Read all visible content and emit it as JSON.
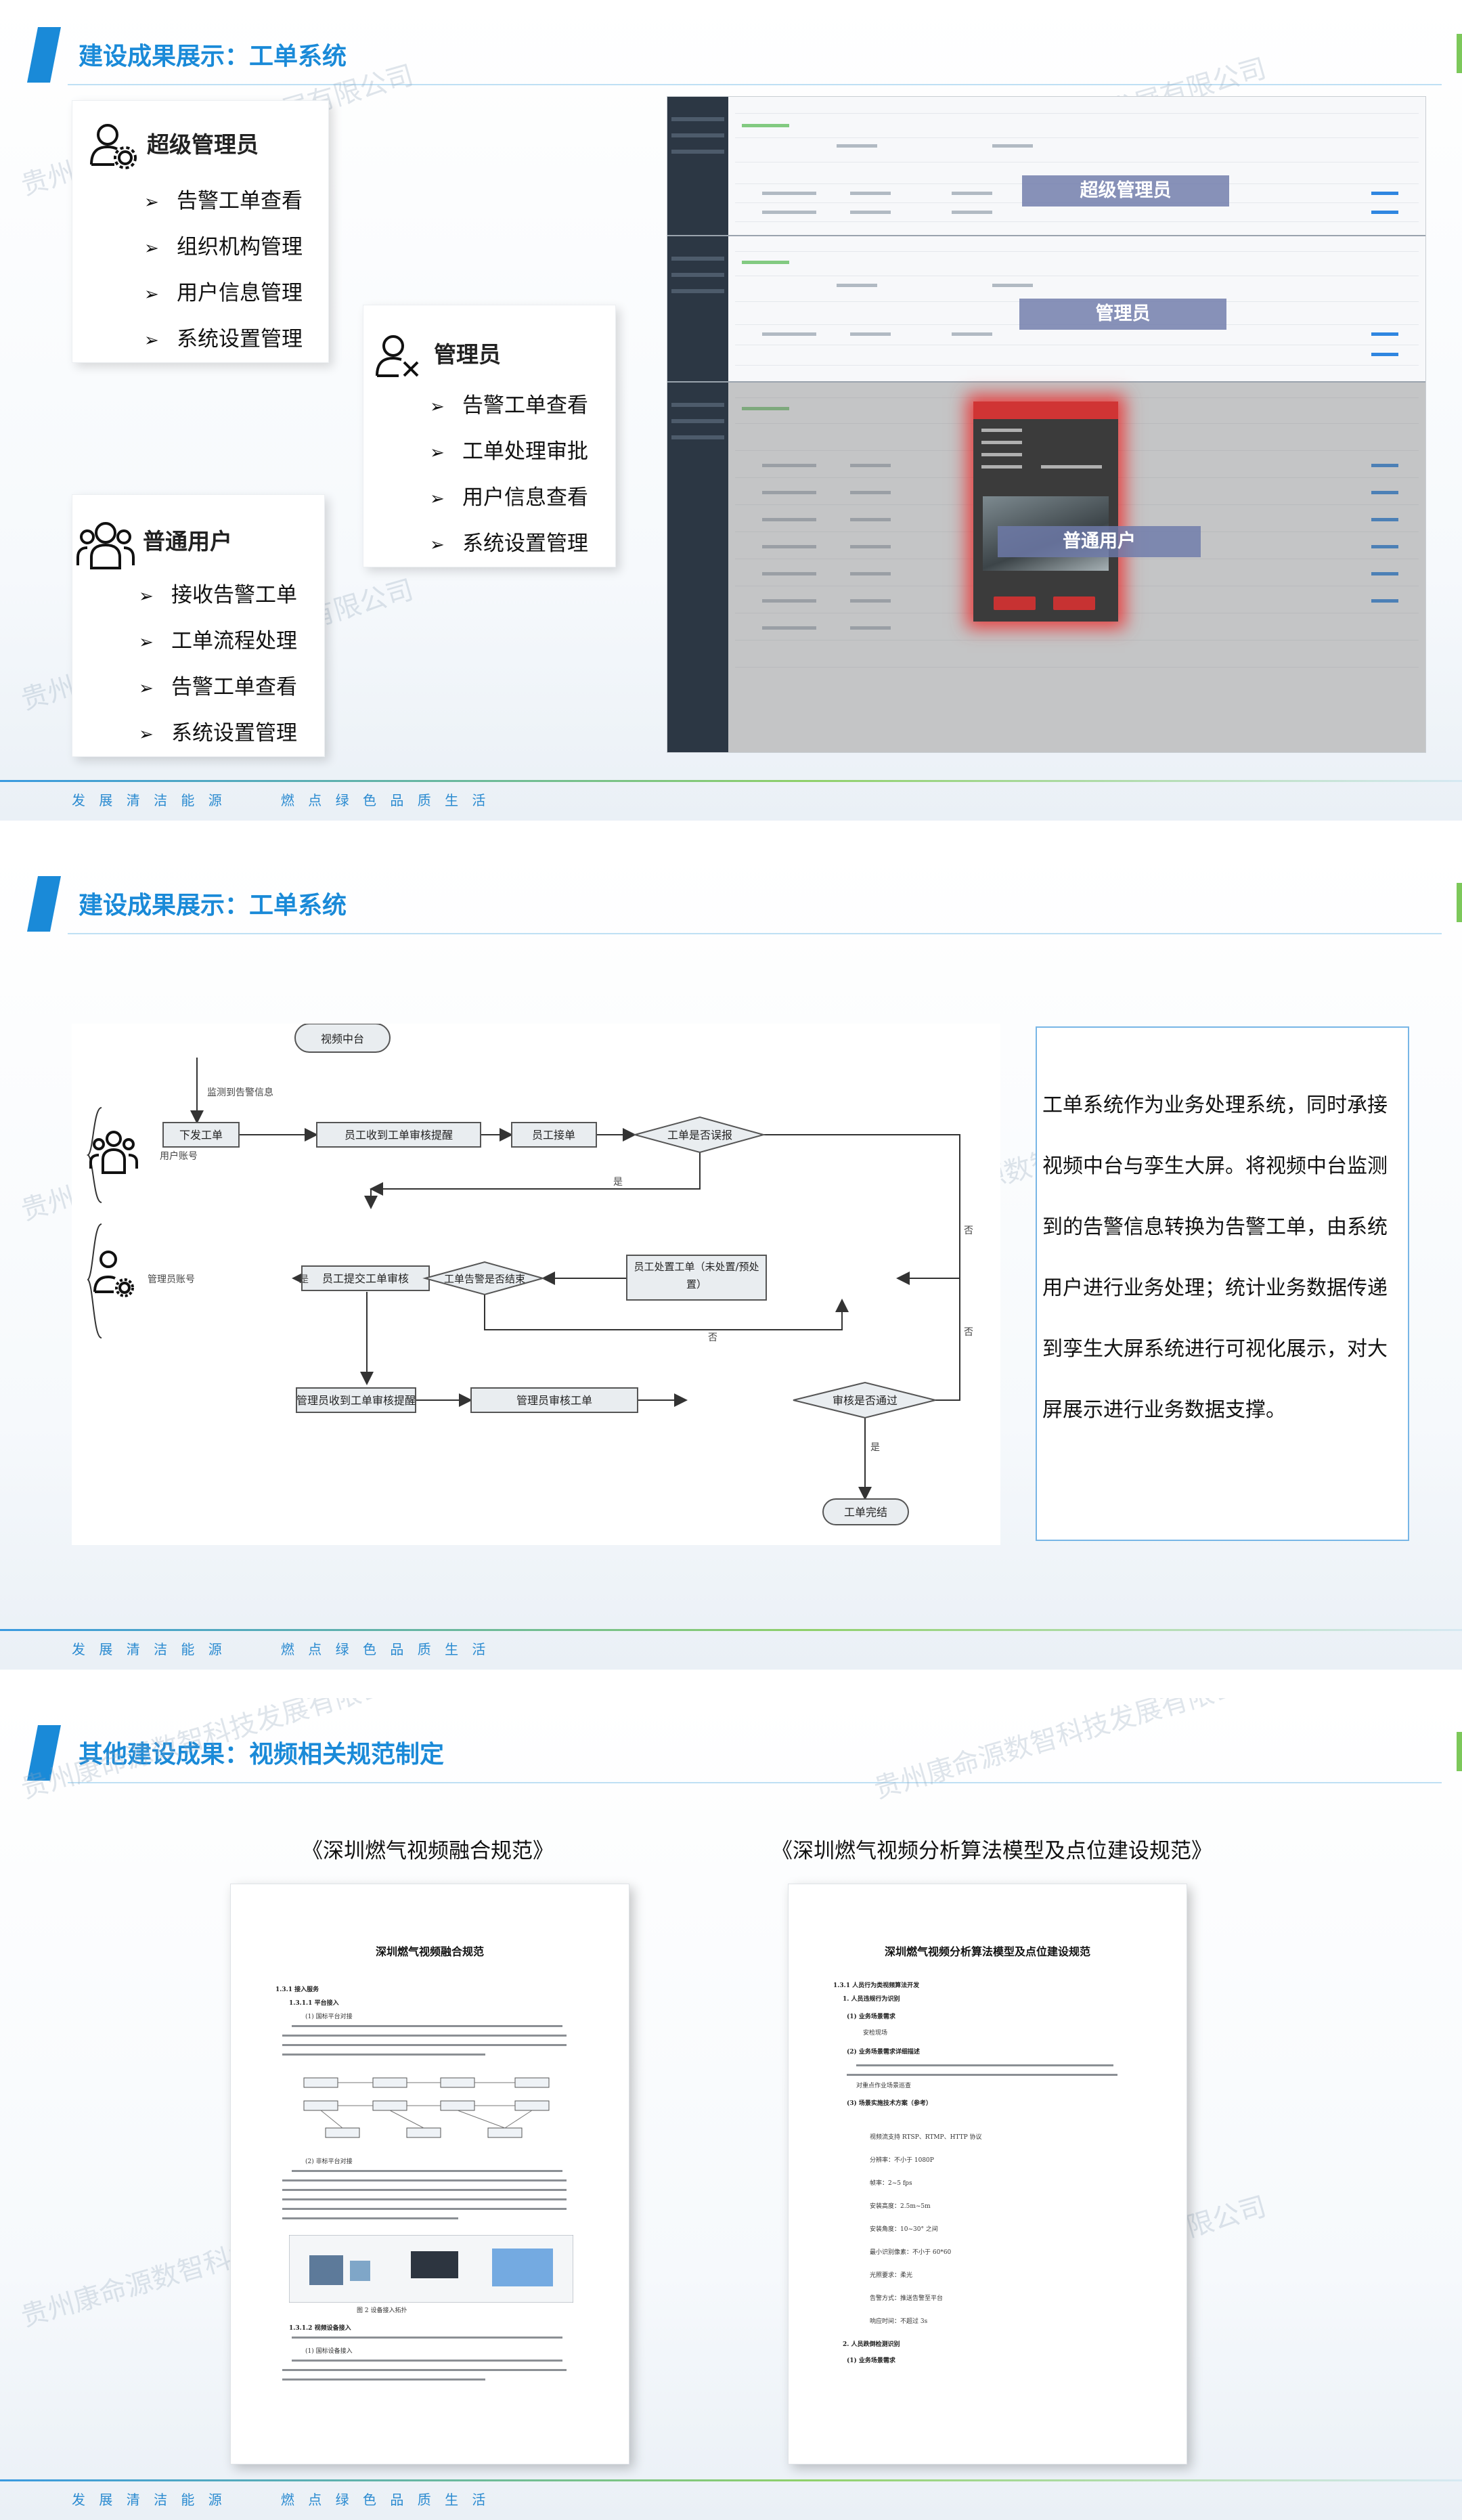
{
  "watermark": "贵州康命源数智科技发展有限公司",
  "footer_text": "发 展 清 洁 能 源      燃 点 绿 色 品 质 生 活",
  "colors": {
    "accent": "#1a8ad8",
    "green": "#7cc85a",
    "alert": "#d03434"
  },
  "slide1": {
    "title": "建设成果展示：工单系统",
    "roles": [
      {
        "icon": "admin-gear-icon",
        "name": "超级管理员",
        "items": [
          "告警工单查看",
          "组织机构管理",
          "用户信息管理",
          "系统设置管理"
        ]
      },
      {
        "icon": "user-x-icon",
        "name": "管理员",
        "items": [
          "告警工单查看",
          "工单处理审批",
          "用户信息查看",
          "系统设置管理"
        ]
      },
      {
        "icon": "users-group-icon",
        "name": "普通用户",
        "items": [
          "接收告警工单",
          "工单流程处理",
          "告警工单查看",
          "系统设置管理"
        ]
      }
    ],
    "screenshot_labels": [
      "超级管理员",
      "管理员",
      "普通用户"
    ]
  },
  "slide2": {
    "title": "建设成果展示：工单系统",
    "flowchart": {
      "nodes": {
        "start": "视频中台",
        "issue": "下发工单",
        "receive": "员工收到工单审核提醒",
        "accept": "员工接单",
        "accept_check": "工单是否误报",
        "submit": "员工提交工单审核",
        "done_check": "工单告警是否结束",
        "handle": "员工处置工单（未处置/预处置）",
        "admin_notice": "管理员收到工单审核提醒",
        "admin_review": "管理员审核工单",
        "pass_check": "审核是否通过",
        "end": "工单完结"
      },
      "edge_labels": {
        "alarm_info": "监测到告警信息",
        "yes": "是",
        "no": "否"
      },
      "lanes": [
        "用户账号",
        "管理员账号"
      ]
    },
    "description": "工单系统作为业务处理系统，同时承接视频中台与孪生大屏。将视频中台监测到的告警信息转换为告警工单，由系统用户进行业务处理；统计业务数据传递到孪生大屏系统进行可视化展示，对大屏展示进行业务数据支撑。"
  },
  "slide3": {
    "title": "其他建设成果：视频相关规范制定",
    "docs": [
      {
        "caption": "《深圳燃气视频融合规范》",
        "page_title": "深圳燃气视频融合规范",
        "headings": [
          "1.3.1 接入服务",
          "1.3.1.1 平台接入",
          "1.3.1.2 视频设备接入"
        ],
        "subheadings": [
          "(1) 国标平台对接",
          "(2) 非标平台对接",
          "(1) 国标设备接入"
        ],
        "figure_caption": "图 2 设备接入拓扑"
      },
      {
        "caption": "《深圳燃气视频分析算法模型及点位建设规范》",
        "page_title": "深圳燃气视频分析算法模型及点位建设规范",
        "headings": [
          "1.3.1 人员行为类视频算法开发",
          "1. 人员违规行为识别",
          "(1) 业务场景需求",
          "(2) 业务场景需求详细描述",
          "(3) 场景实施技术方案（参考）",
          "2. 人员跌倒检测识别",
          "(1) 业务场景需求"
        ],
        "items": [
          "安检现场",
          "对重点作业场景巡查",
          "视频流支持 RTSP、RTMP、HTTP 协议",
          "分辨率：不小于 1080P",
          "帧率：2~5 fps",
          "安装高度：2.5m~5m",
          "安装角度：10~30° 之间",
          "最小识别像素：不小于 60*60",
          "光照要求：柔光",
          "告警方式：推送告警至平台",
          "响应时间：不超过 3s"
        ]
      }
    ]
  }
}
